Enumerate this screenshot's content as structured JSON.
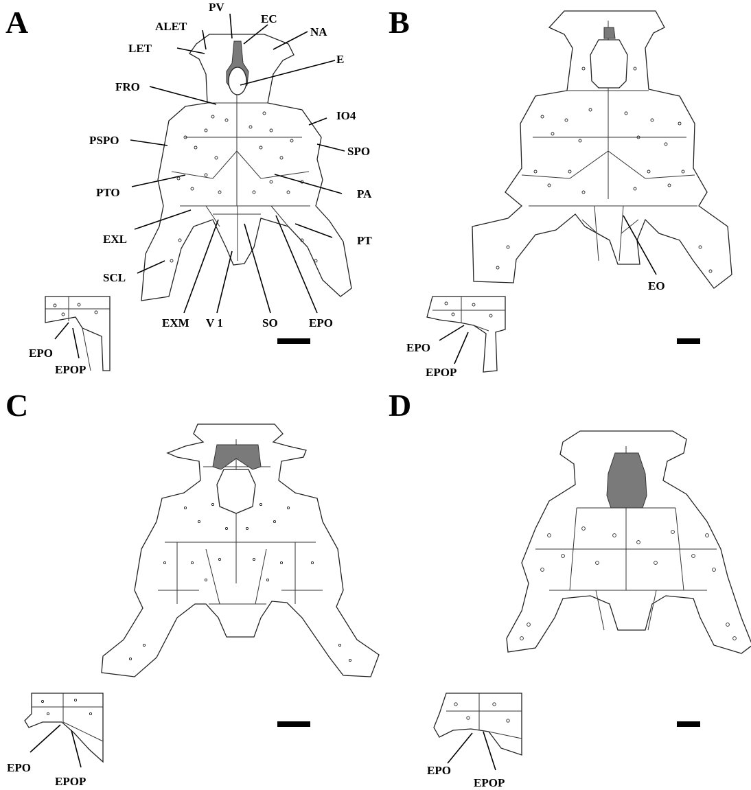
{
  "panels": [
    {
      "letter": "A",
      "labels": [
        "ALET",
        "PV",
        "EC",
        "NA",
        "LET",
        "E",
        "FRO",
        "IO4",
        "PSPO",
        "SPO",
        "PTO",
        "PA",
        "EXL",
        "PT",
        "SCL",
        "EXM",
        "V 1",
        "SO",
        "EPO"
      ],
      "inset_labels": [
        "EPO",
        "EPOP"
      ]
    },
    {
      "letter": "B",
      "labels": [
        "EO"
      ],
      "inset_labels": [
        "EPO",
        "EPOP"
      ]
    },
    {
      "letter": "C",
      "labels": [],
      "inset_labels": [
        "EPO",
        "EPOP"
      ]
    },
    {
      "letter": "D",
      "labels": [],
      "inset_labels": [
        "EPO",
        "EPOP"
      ]
    }
  ],
  "colors": {
    "ink": "#000000",
    "shaded": "#7a7a7a",
    "background": "#ffffff"
  }
}
